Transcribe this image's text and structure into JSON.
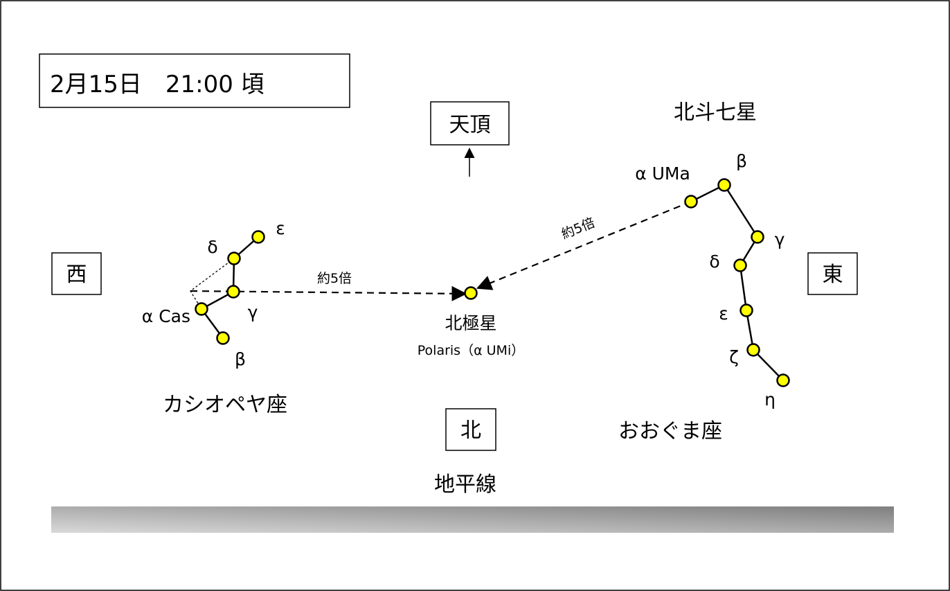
{
  "title": "2月15日　21:00 頃",
  "zenith": "天頂",
  "west": "西",
  "east": "東",
  "north": "北",
  "horizon": "地平線",
  "horizon_gradient": [
    "#d9d9d9",
    "#7f7f7f"
  ],
  "star_color": "#ffff00",
  "big_dipper_title": "北斗七星",
  "cassiopeia": {
    "name": "カシオペヤ座",
    "stars": {
      "alpha": "α Cas",
      "beta": "β",
      "gamma": "γ",
      "delta": "δ",
      "epsilon": "ε"
    },
    "ratio": "約5倍"
  },
  "ursa_major": {
    "name": "おおぐま座",
    "stars": {
      "alpha": "α UMa",
      "beta": "β",
      "gamma": "γ",
      "delta": "δ",
      "epsilon": "ε",
      "zeta": "ζ",
      "eta": "η"
    },
    "ratio": "約5倍"
  },
  "polaris": {
    "name_ja": "北極星",
    "name_en": "Polaris（α UMi）"
  }
}
